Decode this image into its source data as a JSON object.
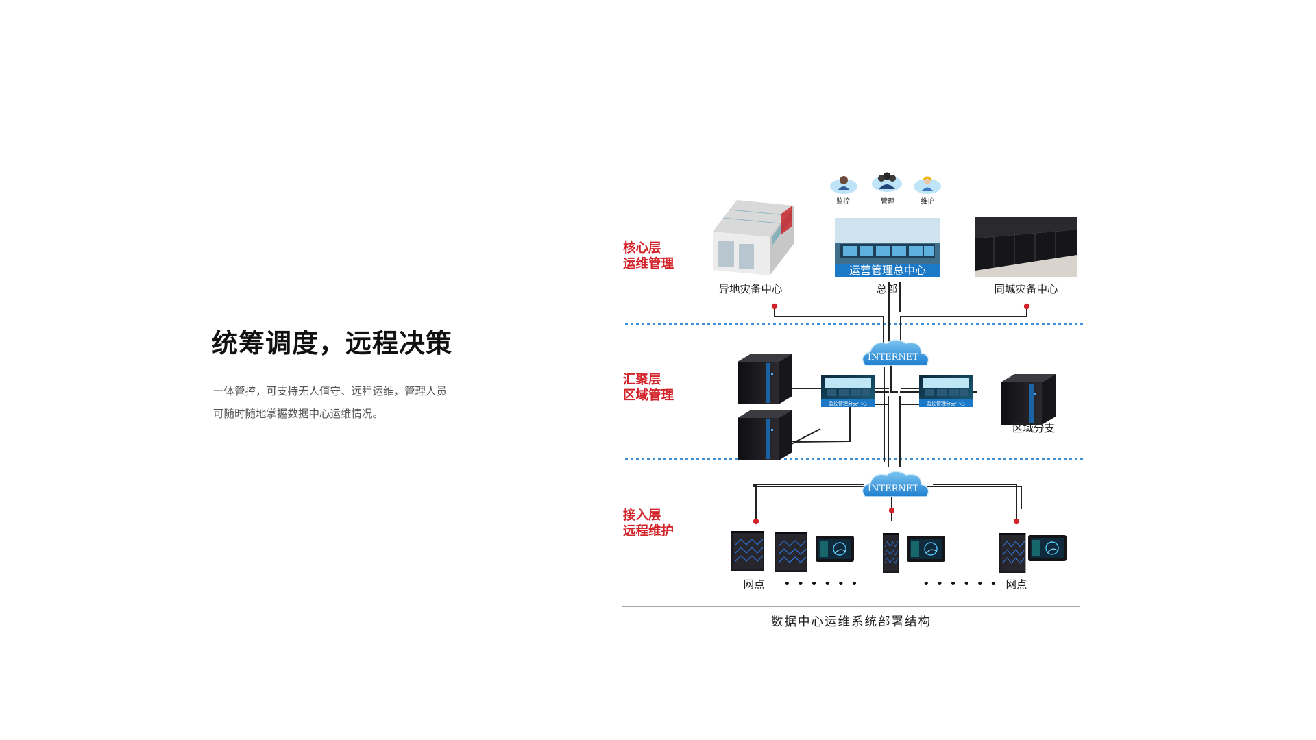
{
  "headline": "统筹调度，远程决策",
  "description": [
    "一体管控，可支持无人值守、远程运维，管理人员",
    "可随时随地掌握数据中心运维情况。"
  ],
  "diagram": {
    "layers": [
      {
        "line1": "核心层",
        "line2": "运维管理"
      },
      {
        "line1": "汇聚层",
        "line2": "区域管理"
      },
      {
        "line1": "接入层",
        "line2": "远程维护"
      }
    ],
    "roles": [
      "监控",
      "管理",
      "维护"
    ],
    "core_nodes": [
      "异地灾备中心",
      "总部",
      "同城灾备中心"
    ],
    "hq_banner": "运营管理总中心",
    "internet_label": "INTERNET",
    "branch_monitor_label": "监控管理分支中心",
    "region_branch": "区域分支",
    "access_nodes": [
      "网点",
      "网点"
    ],
    "ellipsis": "••••••",
    "caption": "数据中心运维系统部署结构",
    "colors": {
      "accent_red": "#d3232a",
      "dashed_line": "#3f8fd8",
      "cloud": "#2b8fd9"
    }
  }
}
